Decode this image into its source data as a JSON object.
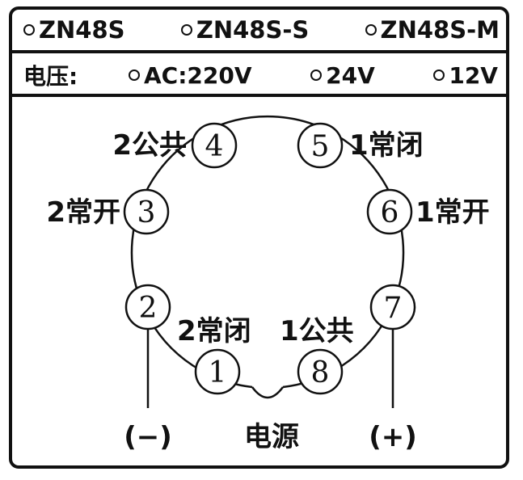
{
  "models": [
    "ZN48S",
    "ZN48S-S",
    "ZN48S-M"
  ],
  "voltage": {
    "label": "电压:",
    "options": [
      "AC:220V",
      "24V",
      "12V"
    ]
  },
  "pins": [
    {
      "num": "1",
      "label": ""
    },
    {
      "num": "2",
      "label": ""
    },
    {
      "num": "3",
      "label": "2常开"
    },
    {
      "num": "4",
      "label": "2公共"
    },
    {
      "num": "5",
      "label": "1常闭"
    },
    {
      "num": "6",
      "label": "1常开"
    },
    {
      "num": "7",
      "label": ""
    },
    {
      "num": "8",
      "label": ""
    }
  ],
  "inner_labels": {
    "left": "2常闭",
    "right": "1公共"
  },
  "power": {
    "minus": "(−)",
    "plus": "(+)",
    "label": "电源"
  },
  "colors": {
    "line": "#111111",
    "background": "#ffffff"
  }
}
